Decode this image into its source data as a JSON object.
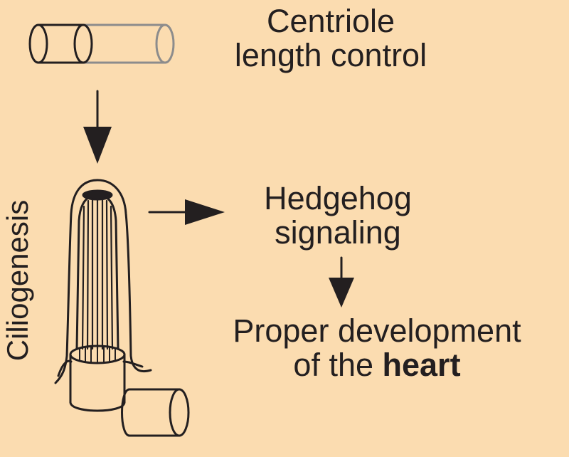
{
  "labels": {
    "centriole_line1": "Centriole",
    "centriole_line2": "length control",
    "hedgehog_line1": "Hedgehog",
    "hedgehog_line2": "signaling",
    "heart_line1": "Proper development",
    "heart_line2_prefix": "of the ",
    "heart_line2_bold": "heart",
    "ciliogenesis": "Ciliogenesis"
  },
  "colors": {
    "background": "#fbdcb0",
    "ink": "#231f20",
    "faded_outline": "#8c8c8c"
  }
}
